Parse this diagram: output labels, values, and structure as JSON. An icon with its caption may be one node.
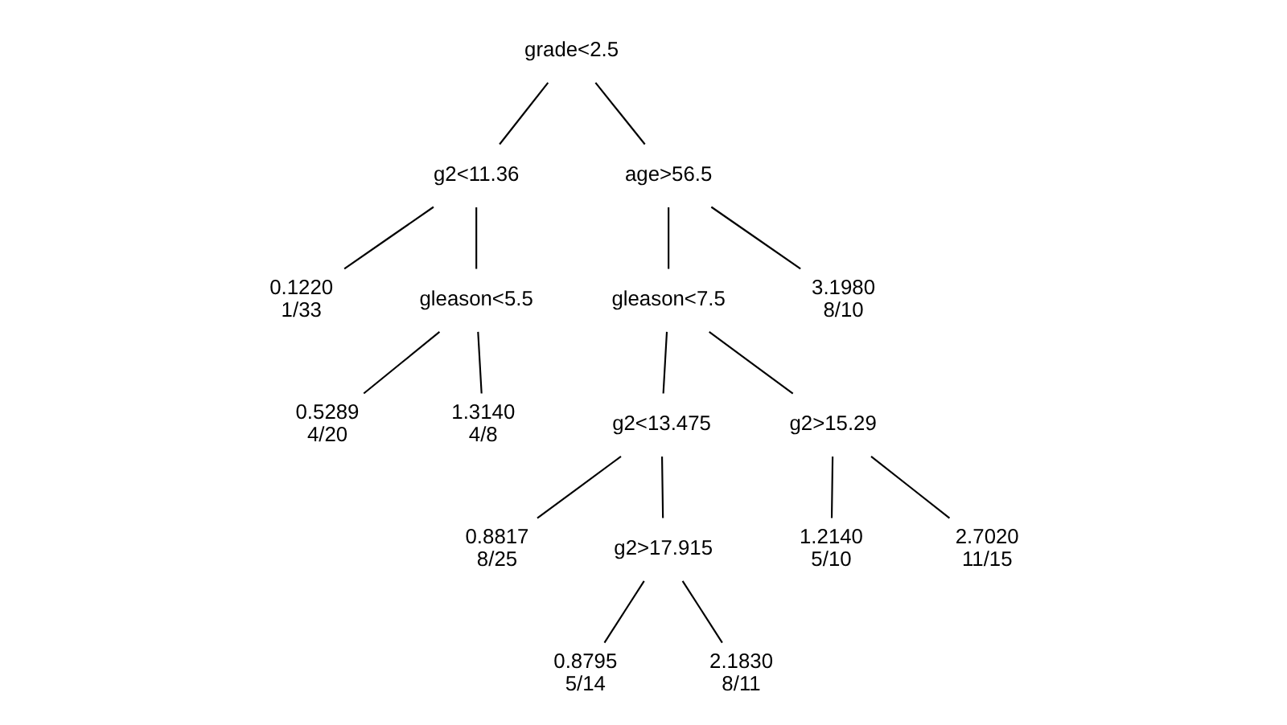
{
  "diagram": {
    "nodes": [
      {
        "text": [
          "grade<2.5"
        ]
      },
      {
        "text": [
          "g2<11.36"
        ]
      },
      {
        "text": [
          "age>56.5"
        ]
      },
      {
        "text": [
          "0.1220",
          "1/33"
        ]
      },
      {
        "text": [
          "gleason<5.5"
        ]
      },
      {
        "text": [
          "gleason<7.5"
        ]
      },
      {
        "text": [
          "3.1980",
          "8/10"
        ]
      },
      {
        "text": [
          "0.5289",
          "4/20"
        ]
      },
      {
        "text": [
          "1.3140",
          "4/8"
        ]
      },
      {
        "text": [
          "g2<13.475"
        ]
      },
      {
        "text": [
          "g2>15.29"
        ]
      },
      {
        "text": [
          "0.8817",
          "8/25"
        ]
      },
      {
        "text": [
          "g2>17.915"
        ]
      },
      {
        "text": [
          "1.2140",
          "5/10"
        ]
      },
      {
        "text": [
          "2.7020",
          "11/15"
        ]
      },
      {
        "text": [
          "0.8795",
          "5/14"
        ]
      },
      {
        "text": [
          "2.1830",
          "8/11"
        ]
      }
    ],
    "edges": [
      {
        "from": 0,
        "to": 1,
        "arrow": "none"
      },
      {
        "from": 0,
        "to": 2,
        "arrow": "none"
      },
      {
        "from": 1,
        "to": 3,
        "arrow": "none"
      },
      {
        "from": 1,
        "to": 4,
        "arrow": "none"
      },
      {
        "from": 4,
        "to": 7,
        "arrow": "none"
      },
      {
        "from": 4,
        "to": 8,
        "arrow": "none"
      },
      {
        "from": 2,
        "to": 5,
        "arrow": "none"
      },
      {
        "from": 2,
        "to": 6,
        "arrow": "none"
      },
      {
        "from": 5,
        "to": 9,
        "arrow": "none"
      },
      {
        "from": 5,
        "to": 10,
        "arrow": "none"
      },
      {
        "from": 9,
        "to": 11,
        "arrow": "none"
      },
      {
        "from": 9,
        "to": 12,
        "arrow": "none"
      },
      {
        "from": 12,
        "to": 15,
        "arrow": "none"
      },
      {
        "from": 12,
        "to": 16,
        "arrow": "none"
      },
      {
        "from": 10,
        "to": 13,
        "arrow": "none"
      },
      {
        "from": 10,
        "to": 14,
        "arrow": "none"
      }
    ]
  }
}
